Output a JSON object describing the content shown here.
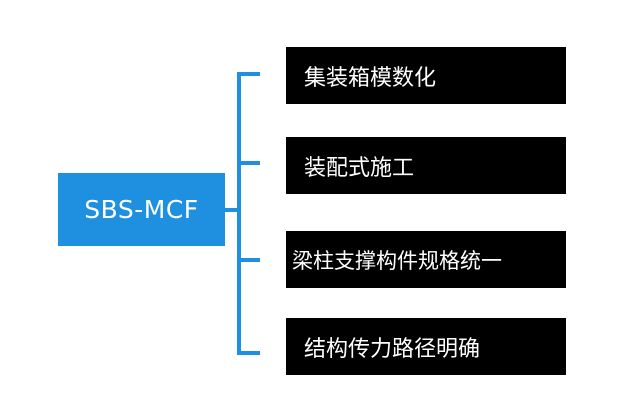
{
  "root": {
    "label": "SBS-MCF"
  },
  "branches": [
    {
      "label": "集装箱模数化"
    },
    {
      "label": "装配式施工"
    },
    {
      "label": "梁柱支撑构件规格统一"
    },
    {
      "label": "结构传力路径明确"
    }
  ],
  "colors": {
    "root_fill": "#1f8fe0",
    "bracket": "#1f8fe0",
    "branch_fill": "#000000",
    "text": "#ffffff"
  }
}
